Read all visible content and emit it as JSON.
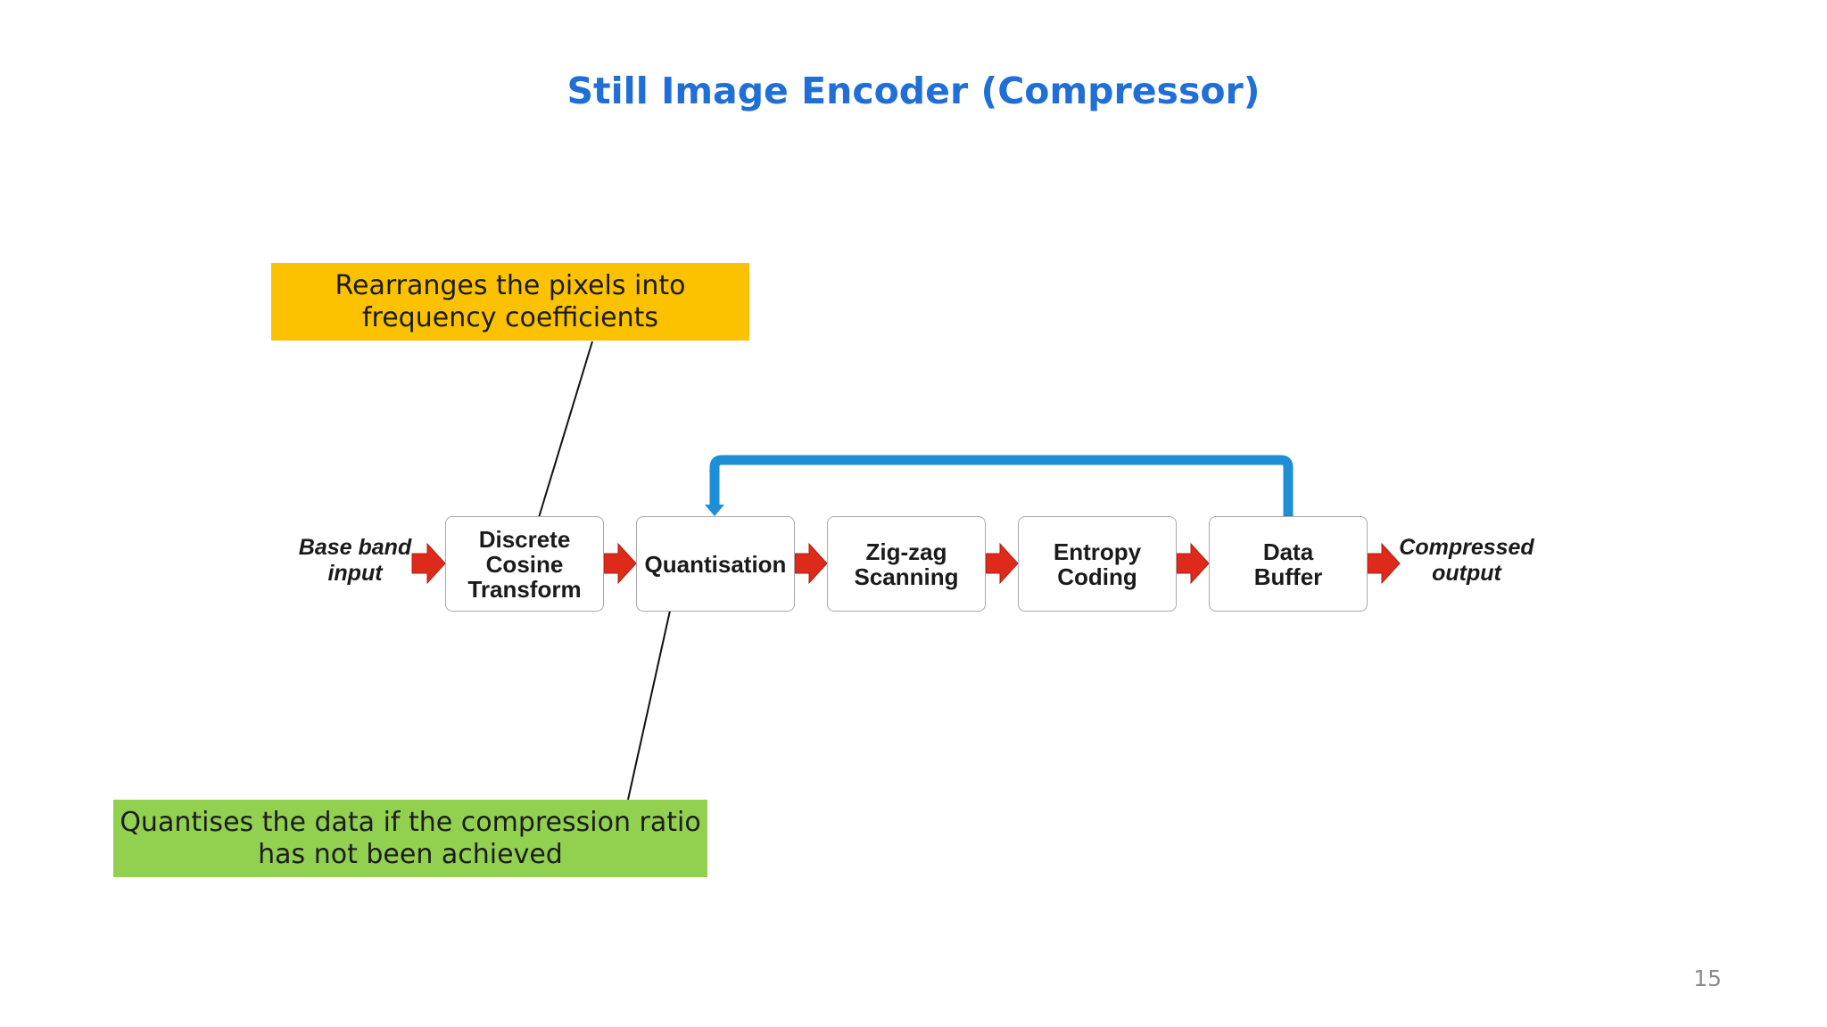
{
  "slide": {
    "title": "Still Image Encoder (Compressor)",
    "page_number": "15"
  },
  "callouts": {
    "dct": {
      "line1": "Rearranges the pixels into",
      "line2": "frequency coefficients",
      "color": "#fcc200"
    },
    "quantisation": {
      "line1": "Quantises the data if the compression ratio",
      "line2": "has not been achieved",
      "color": "#92d050"
    }
  },
  "diagram": {
    "input_label": {
      "line1": "Base band",
      "line2": "input"
    },
    "output_label": {
      "line1": "Compressed",
      "line2": "output"
    },
    "blocks": {
      "dct": {
        "line1": "Discrete",
        "line2": "Cosine",
        "line3": "Transform"
      },
      "quantisation": {
        "line1": "Quantisation"
      },
      "zigzag": {
        "line1": "Zig-zag",
        "line2": "Scanning"
      },
      "entropy": {
        "line1": "Entropy",
        "line2": "Coding"
      },
      "buffer": {
        "line1": "Data",
        "line2": "Buffer"
      }
    },
    "colors": {
      "flow_arrow": "#dd2a1b",
      "feedback_arrow": "#1e8fd6",
      "title": "#1f6fd6"
    }
  }
}
